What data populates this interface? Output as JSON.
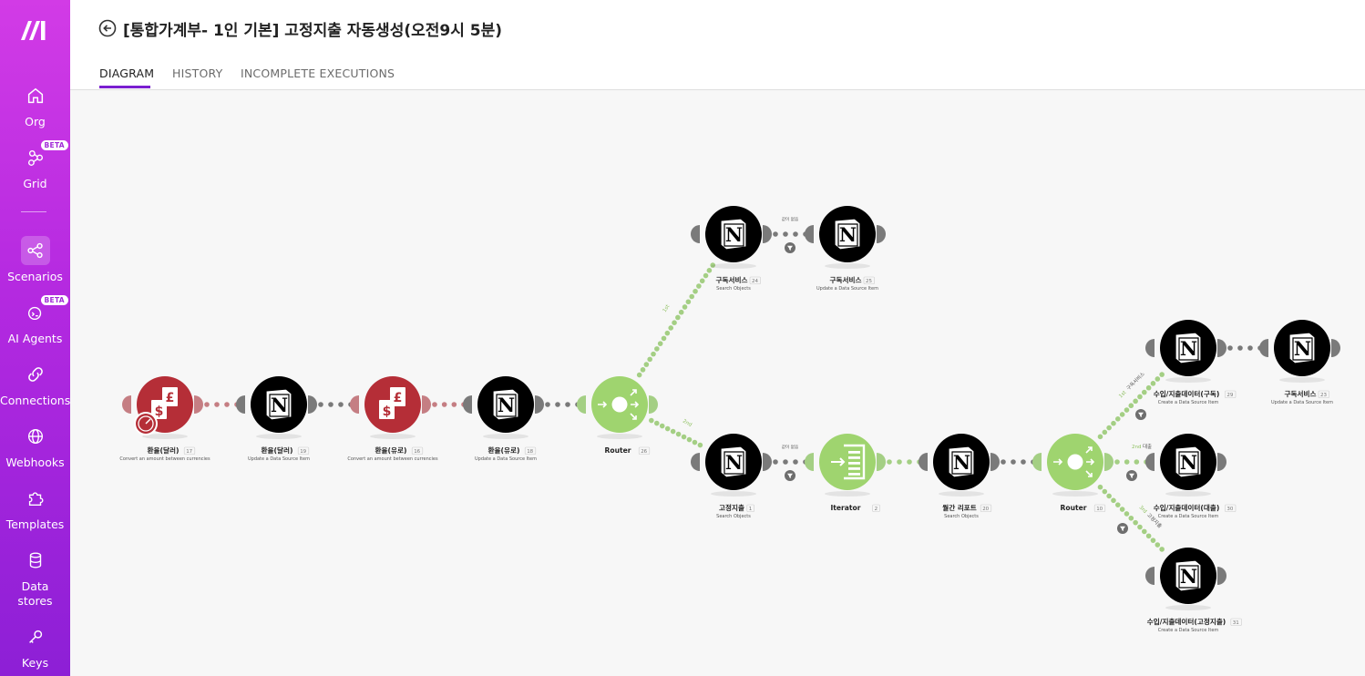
{
  "app": {
    "brand_color": "#b329e0",
    "accent_color": "#7a1ed0"
  },
  "sidebar": {
    "items": [
      {
        "label": "Org",
        "icon": "home-icon"
      },
      {
        "label": "Grid",
        "icon": "grid-icon",
        "badge": "BETA"
      },
      {
        "label": "Scenarios",
        "icon": "scenarios-icon",
        "active": true
      },
      {
        "label": "AI Agents",
        "icon": "ai-agents-icon",
        "badge": "BETA"
      },
      {
        "label": "Connections",
        "icon": "link-icon"
      },
      {
        "label": "Webhooks",
        "icon": "globe-icon"
      },
      {
        "label": "Templates",
        "icon": "puzzle-icon"
      },
      {
        "label": "Data stores",
        "icon": "database-icon"
      },
      {
        "label": "Keys",
        "icon": "key-icon"
      }
    ]
  },
  "header": {
    "title": "[통합가계부- 1인 기본] 고정지출 자동생성(오전9시 5분)",
    "tabs": [
      {
        "label": "DIAGRAM",
        "active": true
      },
      {
        "label": "HISTORY"
      },
      {
        "label": "INCOMPLETE EXECUTIONS"
      }
    ]
  },
  "diagram": {
    "modules": [
      {
        "key": "m17",
        "type": "currency",
        "label": "환율(달러)",
        "id": "17",
        "sub": "Convert an amount between currencies",
        "trigger": true
      },
      {
        "key": "m19",
        "type": "notion",
        "label": "환율(달러)",
        "id": "19",
        "sub": "Update a Data Source Item"
      },
      {
        "key": "m16",
        "type": "currency",
        "label": "환율(유로)",
        "id": "16",
        "sub": "Convert an amount between currencies"
      },
      {
        "key": "m18",
        "type": "notion",
        "label": "환율(유로)",
        "id": "18",
        "sub": "Update a Data Source Item"
      },
      {
        "key": "m26",
        "type": "router",
        "label": "Router",
        "id": "26",
        "sub": ""
      },
      {
        "key": "m24",
        "type": "notion",
        "label": "구독서비스",
        "id": "24",
        "sub": "Search Objects"
      },
      {
        "key": "m25",
        "type": "notion",
        "label": "구독서비스",
        "id": "25",
        "sub": "Update a Data Source Item"
      },
      {
        "key": "m1",
        "type": "notion",
        "label": "고정지출",
        "id": "1",
        "sub": "Search Objects"
      },
      {
        "key": "m2",
        "type": "iterator",
        "label": "Iterator",
        "id": "2",
        "sub": ""
      },
      {
        "key": "m20",
        "type": "notion",
        "label": "월간 리포트",
        "id": "20",
        "sub": "Search Objects"
      },
      {
        "key": "m10",
        "type": "router",
        "label": "Router",
        "id": "10",
        "sub": ""
      },
      {
        "key": "m29",
        "type": "notion",
        "label": "수입/지출데이터(구독)",
        "id": "29",
        "sub": "Create a Data Source Item"
      },
      {
        "key": "m23",
        "type": "notion",
        "label": "구독서비스",
        "id": "23",
        "sub": "Update a Data Source Item"
      },
      {
        "key": "m30",
        "type": "notion",
        "label": "수입/지출데이터(대출)",
        "id": "30",
        "sub": "Create a Data Source Item"
      },
      {
        "key": "m31",
        "type": "notion",
        "label": "수입/지출데이터(고정지출)",
        "id": "31",
        "sub": "Create a Data Source Item"
      }
    ],
    "route_labels": [
      {
        "key": "r26_1",
        "text": "1st"
      },
      {
        "key": "r26_2",
        "text": "2nd"
      },
      {
        "key": "r10_1",
        "text": "1st",
        "name": "구독서비스"
      },
      {
        "key": "r10_2",
        "text": "2nd",
        "name": "대출"
      },
      {
        "key": "r10_3",
        "text": "3rd",
        "name": "고정지출"
      }
    ],
    "filter_labels": [
      {
        "key": "f24",
        "text": "값이 없음"
      },
      {
        "key": "f1",
        "text": "값이 없음"
      }
    ],
    "colors": {
      "currency": "#b52e37",
      "currency_link": "#c57e83",
      "notion": "#000000",
      "router": "#9fd46f",
      "router_link": "#a4cf84",
      "grey_link": "#7a7a7a"
    }
  }
}
